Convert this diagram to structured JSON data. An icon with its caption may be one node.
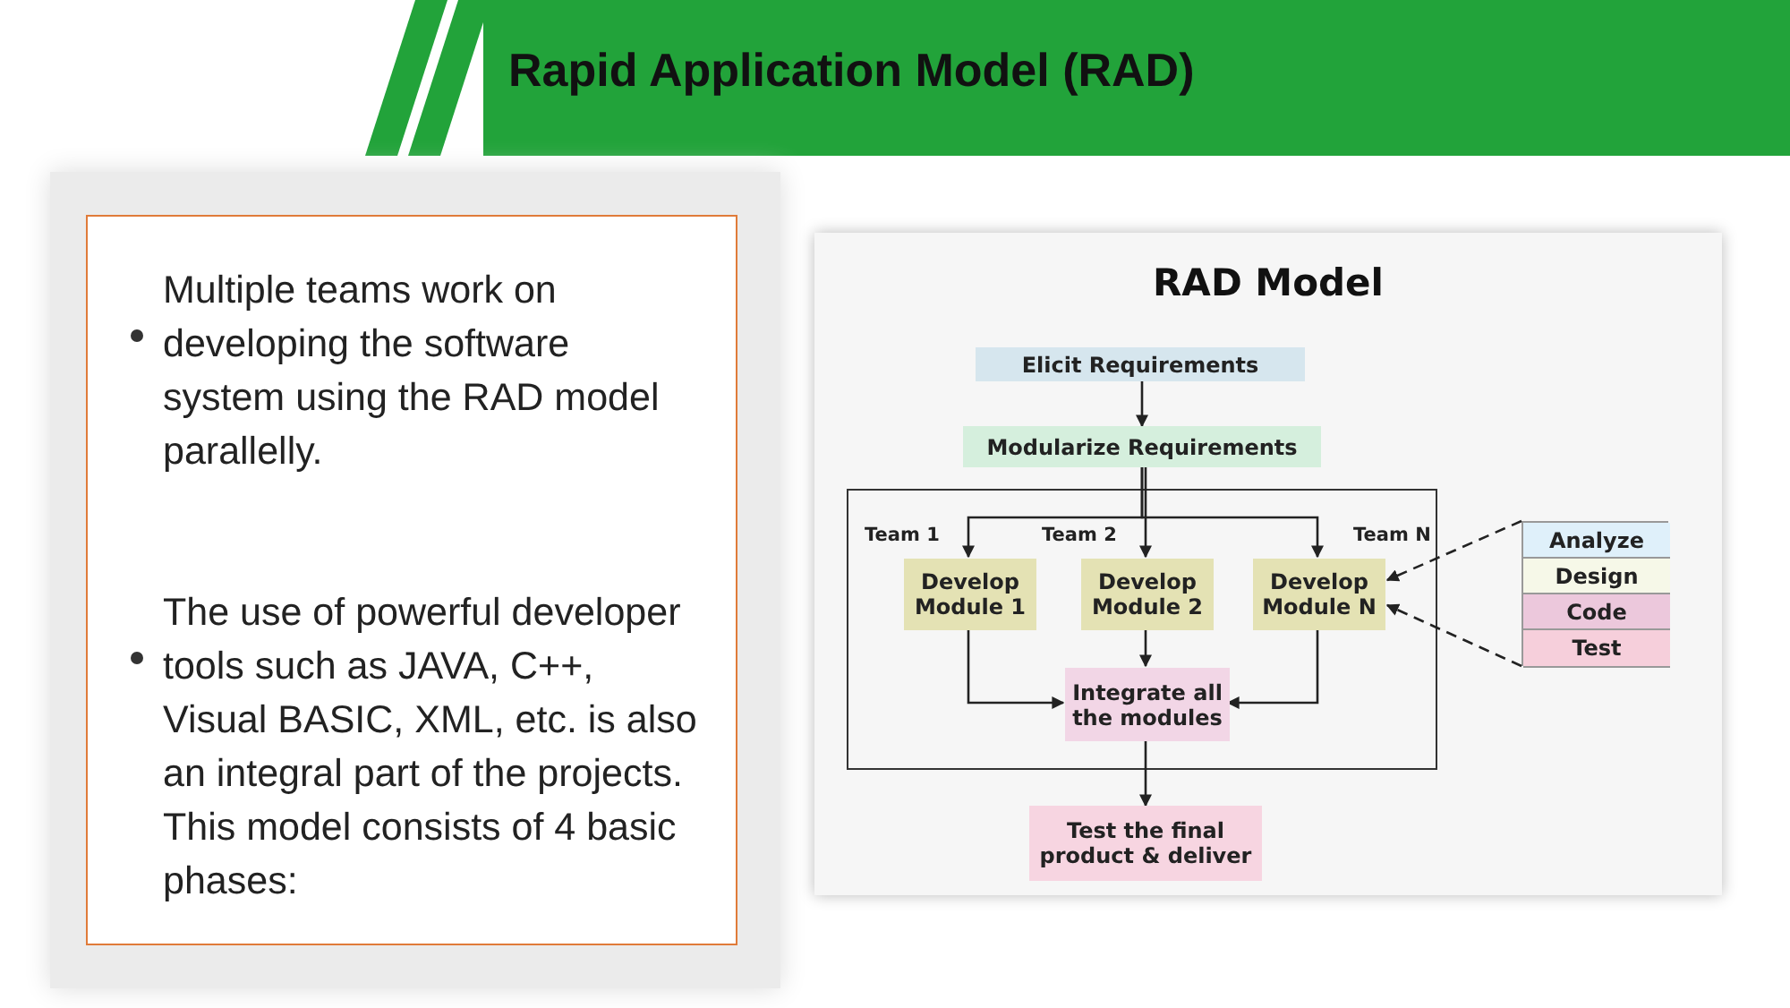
{
  "diagram": {
    "title": "Rapid Application Model (RAD)",
    "nodes": [
      {
        "text": [
          "Multiple teams work on developing the software system using the RAD model parallelly.",
          "The use of powerful developer tools such as JAVA, C++, Visual BASIC, XML, etc. is also an integral part of the projects. This model consists of 4 basic phases:"
        ]
      },
      {
        "text": [
          "RAD Model"
        ]
      },
      {
        "text": [
          "Elicit Requirements"
        ],
        "in": 1
      },
      {
        "text": [
          "Modularize Requirements"
        ],
        "in": 1
      },
      {
        "text": [],
        "shape": "box",
        "in": 1
      },
      {
        "text": [
          "Develop Module 1"
        ],
        "in": 4,
        "beside": [
          "Team 1"
        ]
      },
      {
        "text": [
          "Develop Module 2"
        ],
        "in": 4,
        "beside": [
          "Team 2"
        ]
      },
      {
        "text": [
          "Develop Module N"
        ],
        "in": 4,
        "beside": [
          "Team N"
        ]
      },
      {
        "text": [
          "Integrate all the modules"
        ],
        "in": 4
      },
      {
        "text": [
          "Test the final product & deliver"
        ],
        "in": 1
      },
      {
        "text": [],
        "shape": "box",
        "in": 1
      },
      {
        "text": [
          "Analyze"
        ],
        "in": 10
      },
      {
        "text": [
          "Design"
        ],
        "in": 10
      },
      {
        "text": [
          "Code"
        ],
        "in": 10
      },
      {
        "text": [
          "Test"
        ],
        "in": 10
      }
    ],
    "edges": [
      {
        "from": 2,
        "to": 3,
        "arrow": "to"
      },
      {
        "from": 3,
        "to": 5,
        "arrow": "to"
      },
      {
        "from": 3,
        "to": 6,
        "arrow": "to"
      },
      {
        "from": 3,
        "to": 7,
        "arrow": "to"
      },
      {
        "from": 5,
        "to": 8,
        "arrow": "to"
      },
      {
        "from": 6,
        "to": 8,
        "arrow": "to"
      },
      {
        "from": 7,
        "to": 8,
        "arrow": "to"
      },
      {
        "from": 8,
        "to": 9,
        "arrow": "to"
      },
      {
        "from": 10,
        "to": 7,
        "arrow": "to",
        "style": "dashed"
      },
      {
        "from": 10,
        "to": 7,
        "arrow": "to",
        "style": "dashed"
      }
    ]
  }
}
